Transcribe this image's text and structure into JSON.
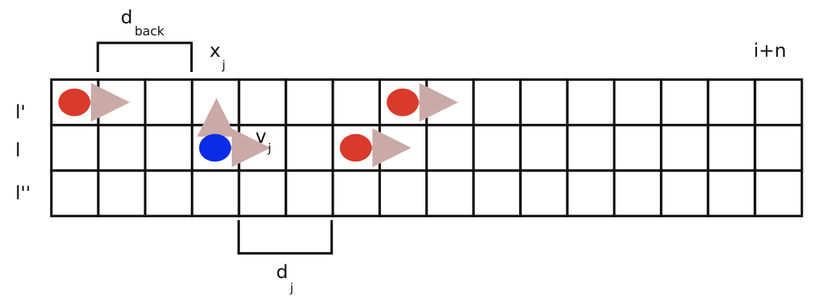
{
  "labels": {
    "d_back_main": "d",
    "d_back_sub": "back",
    "x_j_main": "x",
    "x_j_sub": "j",
    "v_j_main": "v",
    "v_j_sub": "j",
    "d_j_main": "d",
    "d_j_sub": "j",
    "i_plus_n": "i+n"
  },
  "lanes": [
    "l'",
    "l",
    "l''"
  ],
  "grid": {
    "rows": 3,
    "cols": 16
  },
  "vehicles": [
    {
      "id": "red-1",
      "color": "#d93a2b",
      "lane": 0,
      "col": 0,
      "arrow": "right"
    },
    {
      "id": "blue-ego",
      "color": "#0a2be8",
      "lane": 1,
      "col": 3,
      "arrow": "right-up"
    },
    {
      "id": "red-2",
      "color": "#d93a2b",
      "lane": 1,
      "col": 6,
      "arrow": "right"
    },
    {
      "id": "red-3",
      "color": "#d93a2b",
      "lane": 0,
      "col": 7,
      "arrow": "right"
    }
  ],
  "colors": {
    "grid_line": "#111111",
    "arrow": "#c9aaa6",
    "red_vehicle": "#d93a2b",
    "ego_vehicle": "#0a2be8"
  }
}
